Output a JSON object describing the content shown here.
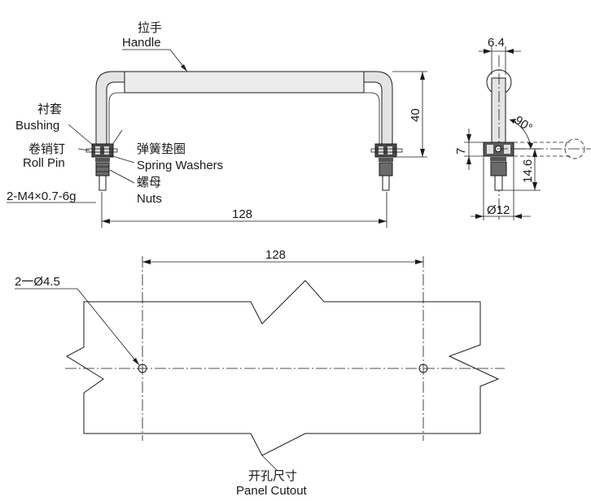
{
  "labels": {
    "handle_cn": "拉手",
    "handle_en": "Handle",
    "bushing_cn": "衬套",
    "bushing_en": "Bushing",
    "rollpin_cn": "卷销钉",
    "rollpin_en": "Roll Pin",
    "washer_cn": "弹簧垫圈",
    "washer_en": "Spring Washers",
    "nut_cn": "螺母",
    "nut_en": "Nuts",
    "thread": "2-M4×0.7-6g",
    "cutout_cn": "开孔尺寸",
    "cutout_en": "Panel Cutout",
    "hole": "2一Ø4.5"
  },
  "dimensions": {
    "front_width": "128",
    "front_height": "40",
    "side_width": "6.4",
    "side_angle": "90°",
    "side_7": "7",
    "side_14_6": "14.6",
    "side_diameter": "Ø12",
    "cutout_width": "128"
  }
}
